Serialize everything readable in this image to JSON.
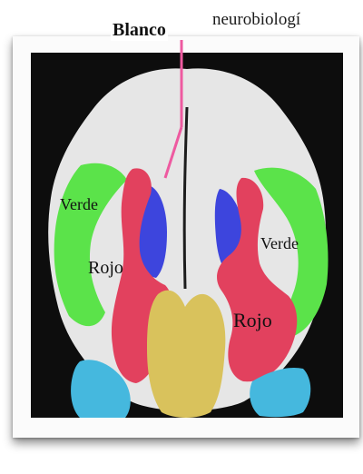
{
  "header_text": "neurobiologí",
  "labels": {
    "blanco": "Blanco",
    "verde_left": "Verde",
    "verde_right": "Verde",
    "rojo_left": "Rojo",
    "rojo_right": "Rojo"
  },
  "colors": {
    "white_matter": "#e6e6e6",
    "green": "#5be34a",
    "red": "#e2415e",
    "blue": "#3d45dd",
    "yellow": "#d9c25c",
    "cyan": "#45b8de",
    "pointer": "#ee5aa0"
  }
}
